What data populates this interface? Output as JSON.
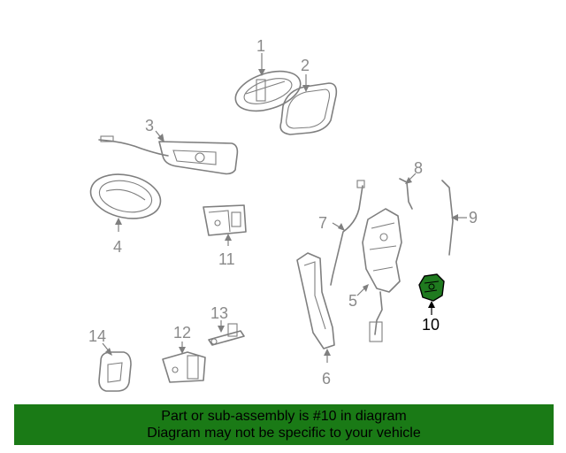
{
  "diagram": {
    "callouts": {
      "c1": "1",
      "c2": "2",
      "c3": "3",
      "c4": "4",
      "c5": "5",
      "c6": "6",
      "c7": "7",
      "c8": "8",
      "c9": "9",
      "c10": "10",
      "c11": "11",
      "c12": "12",
      "c13": "13",
      "c14": "14"
    },
    "highlight_part": "10",
    "highlight_color": "#1f7a1f",
    "line_color": "#7f7f7f"
  },
  "banner": {
    "line1": "Part or sub-assembly is #10 in diagram",
    "line2": "Diagram may not be specific to your vehicle",
    "background": "#1a7a16"
  }
}
